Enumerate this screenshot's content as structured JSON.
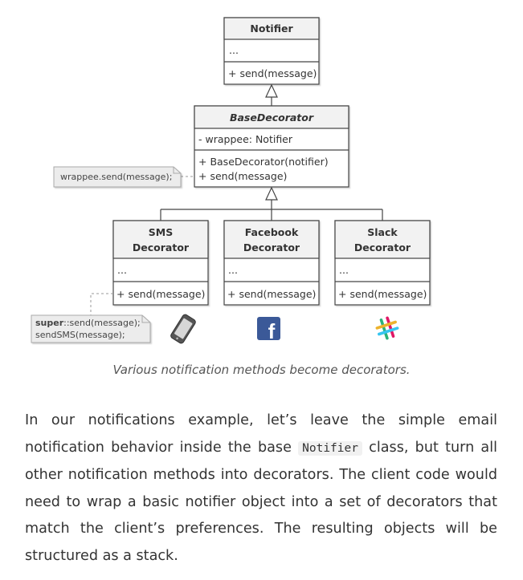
{
  "diagram": {
    "notifier": {
      "name": "Notifier",
      "fields": "...",
      "methods": [
        "+ send(message)"
      ]
    },
    "base_decorator": {
      "name": "BaseDecorator",
      "fields": "- wrappee: Notifier",
      "methods": [
        "+ BaseDecorator(notifier)",
        "+ send(message)"
      ]
    },
    "decorators": [
      {
        "name_line1": "SMS",
        "name_line2": "Decorator",
        "fields": "...",
        "method": "+ send(message)",
        "icon": "phone-icon"
      },
      {
        "name_line1": "Facebook",
        "name_line2": "Decorator",
        "fields": "...",
        "method": "+ send(message)",
        "icon": "facebook-icon"
      },
      {
        "name_line1": "Slack",
        "name_line2": "Decorator",
        "fields": "...",
        "method": "+ send(message)",
        "icon": "slack-icon"
      }
    ],
    "note_base": "wrappee.send(message);",
    "note_sms": {
      "keyword": "super",
      "line1_rest": "::send(message);",
      "line2": "sendSMS(message);"
    },
    "colors": {
      "box_border": "#444444",
      "box_header": "#f2f2f2",
      "note_bg": "#ececec",
      "facebook": "#3b5998"
    }
  },
  "caption": "Various notification methods become decorators.",
  "paragraph": {
    "before_code": "In our notifications example, let’s leave the simple email notification behavior inside the base ",
    "code": "Notifier",
    "after_code": " class, but turn all other notification methods into decorators. The client code would need to wrap a basic notifier object into a set of decorators that match the client’s preferences. The resulting objects will be structured as a stack."
  }
}
